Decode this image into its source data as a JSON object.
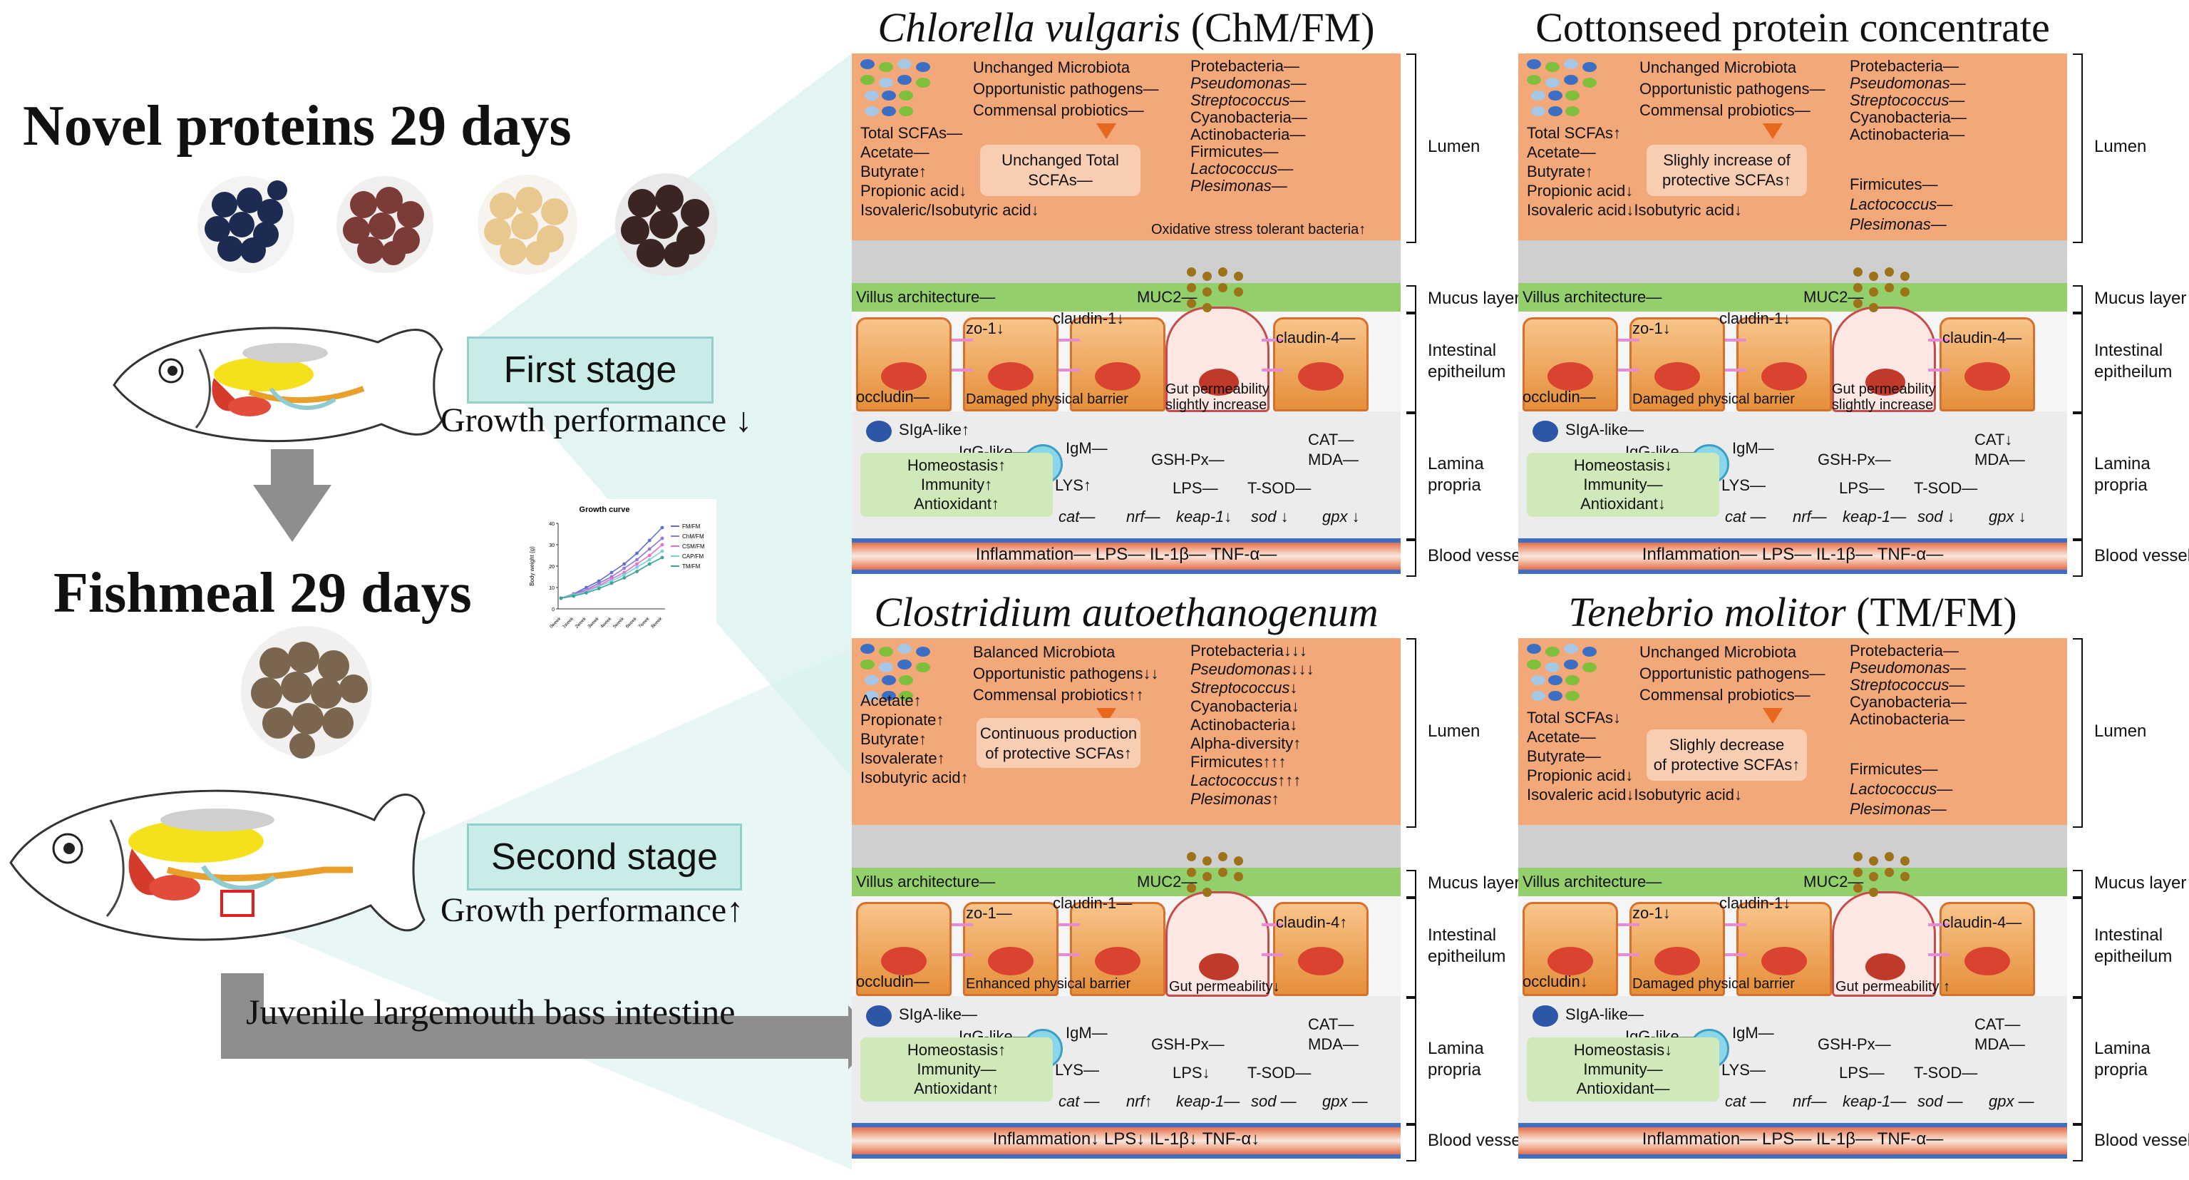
{
  "left": {
    "title_novel": "Novel proteins 29 days",
    "title_fishmeal": "Fishmeal 29 days",
    "first_stage": "First stage",
    "first_growth": "Growth performance ↓",
    "second_stage": "Second stage",
    "second_growth": "Growth performance↑",
    "intestine_label": "Juvenile largemouth bass intestine"
  },
  "inset_chart": {
    "title": "Growth curve",
    "ylabel": "Body weight (g)",
    "legend": [
      "FM/FM",
      "ChM/FM",
      "CSM/FM",
      "CAP/FM",
      "TM/FM"
    ],
    "xticks": [
      "0week",
      "1week",
      "2week",
      "3week",
      "4week",
      "5week",
      "6week",
      "7week",
      "8week"
    ]
  },
  "chart_data": {
    "type": "line",
    "title": "Growth curve",
    "xlabel": "",
    "ylabel": "Body weight (g)",
    "categories": [
      "0week",
      "1week",
      "2week",
      "3week",
      "4week",
      "5week",
      "6week",
      "7week",
      "8week"
    ],
    "ylim": [
      0,
      40
    ],
    "series": [
      {
        "name": "FM/FM",
        "values": [
          5,
          7,
          10,
          13,
          17,
          21,
          26,
          32,
          38
        ]
      },
      {
        "name": "ChM/FM",
        "values": [
          5,
          7,
          9,
          12,
          15,
          19,
          23,
          28,
          33
        ]
      },
      {
        "name": "CSM/FM",
        "values": [
          5,
          6.5,
          8.5,
          11,
          14,
          17,
          21,
          25,
          30
        ]
      },
      {
        "name": "CAP/FM",
        "values": [
          5,
          6.5,
          8,
          10.5,
          13,
          16,
          19.5,
          23,
          27
        ]
      },
      {
        "name": "TM/FM",
        "values": [
          5,
          6,
          7.5,
          9.5,
          12,
          14.5,
          17.5,
          21,
          24
        ]
      }
    ]
  },
  "colors": {
    "FM/FM": "#5b6fd6",
    "ChM/FM": "#8f78d8",
    "CSM/FM": "#e66fd0",
    "CAP/FM": "#7bd0d8",
    "TM/FM": "#3aa39a"
  },
  "labels": {
    "lumen": "Lumen",
    "mucus": "Mucus layer",
    "epithelium": "Intestinal\nepitheilum",
    "lamina": "Lamina\npropria",
    "blood": "Blood vessel"
  },
  "panels": {
    "chm": {
      "title_italic": "Chlorella vulgaris",
      "title_rest": " (ChM/FM)",
      "microbiota": [
        "Unchanged Microbiota",
        "Opportunistic pathogens—",
        "Commensal probiotics—"
      ],
      "taxa": [
        "Protebacteria—",
        "Pseudomonas—",
        "Streptococcus—",
        "Cyanobacteria—",
        "Actinobacteria—",
        "Firmicutes—",
        "Lactococcus—",
        "Plesimonas—"
      ],
      "taxa_italic": [
        false,
        true,
        true,
        false,
        false,
        false,
        true,
        true
      ],
      "taxa_extra": "Oxidative stress tolerant bacteria↑",
      "scfa": [
        "Total SCFAs—",
        "Acetate—",
        "Butyrate↑",
        "Propionic acid↓",
        "Isovaleric/Isobutyric acid↓"
      ],
      "scfa_box": "Unchanged Total\nSCFAs—",
      "villus": "Villus architecture—",
      "muc2": "MUC2—",
      "zo1": "zo-1↓",
      "claudin1": "claudin-1↓",
      "claudin4": "claudin-4—",
      "occludin": "occludin—",
      "barrier": "Damaged physical barrier",
      "permeability": "Gut permeability\nslightly increase",
      "sIgA": "SIgA-like↑",
      "IgG": "IgG-like—",
      "IgM": "IgM—",
      "LYS": "LYS↑",
      "GSH": "GSH-Px—",
      "CAT": "CAT—",
      "MDA": "MDA—",
      "LPS": "LPS—",
      "TSOD": "T-SOD—",
      "status": [
        "Homeostasis↑",
        "Immunity↑",
        "Antioxidant↑"
      ],
      "genes": [
        "cat—",
        "nrf—",
        "keap-1↓",
        "sod ↓",
        "gpx ↓"
      ],
      "blood": "Inflammation— LPS— IL-1β— TNF-α—"
    },
    "csm": {
      "title_italic": "",
      "title_rest": "Cottonseed protein concentrate (CSM/FM)",
      "microbiota": [
        "Unchanged Microbiota",
        "Opportunistic pathogens—",
        "Commensal probiotics—"
      ],
      "taxa": [
        "Protebacteria—",
        "Pseudomonas—",
        "Streptococcus—",
        "Cyanobacteria—",
        "Actinobacteria—",
        "Firmicutes—",
        "Lactococcus—",
        "Plesimonas—"
      ],
      "taxa_italic": [
        false,
        true,
        true,
        false,
        false,
        false,
        true,
        true
      ],
      "taxa_extra": "",
      "scfa": [
        "Total SCFAs↑",
        "Acetate—",
        "Butyrate↑",
        "Propionic acid↓",
        "Isovaleric acid↓Isobutyric acid↓"
      ],
      "scfa_box": "Slighly increase of\nprotective SCFAs↑",
      "villus": "Villus architecture—",
      "muc2": "MUC2—",
      "zo1": "zo-1↓",
      "claudin1": "claudin-1↓",
      "claudin4": "claudin-4—",
      "occludin": "occludin—",
      "barrier": "Damaged physical barrier",
      "permeability": "Gut permeability\nslightly increase",
      "sIgA": "SIgA-like—",
      "IgG": "IgG-like—",
      "IgM": "IgM—",
      "LYS": "LYS—",
      "GSH": "GSH-Px—",
      "CAT": "CAT↓",
      "MDA": "MDA—",
      "LPS": "LPS—",
      "TSOD": "T-SOD—",
      "status": [
        "Homeostasis↓",
        "Immunity—",
        "Antioxidant↓"
      ],
      "genes": [
        "cat —",
        "nrf—",
        "keap-1—",
        "sod ↓",
        "gpx ↓"
      ],
      "blood": "Inflammation— LPS— IL-1β— TNF-α—"
    },
    "cap": {
      "title_italic": "Clostridium autoethanogenum",
      "title_rest": " (CAP/FM)",
      "microbiota": [
        "Balanced Microbiota",
        "Opportunistic pathogens↓↓",
        "Commensal probiotics↑↑"
      ],
      "taxa": [
        "Protebacteria↓↓↓",
        "Pseudomonas↓↓↓",
        "Streptococcus↓",
        "Cyanobacteria↓",
        "Actinobacteria↓",
        "Alpha-diversity↑",
        "Firmicutes↑↑↑",
        "Lactococcus↑↑↑",
        "Plesimonas↑"
      ],
      "taxa_italic": [
        false,
        true,
        true,
        false,
        false,
        false,
        false,
        true,
        true
      ],
      "taxa_extra": "",
      "scfa": [
        "Acetate↑",
        "Propionate↑",
        "Butyrate↑",
        "Isovalerate↑",
        "Isobutyric acid↑"
      ],
      "scfa_box": "Continuous production\nof protective SCFAs↑",
      "villus": "Villus architecture—",
      "muc2": "MUC2—",
      "zo1": "zo-1—",
      "claudin1": "claudin-1—",
      "claudin4": "claudin-4↑",
      "occludin": "occludin—",
      "barrier": "Enhanced   physical barrier",
      "permeability": "Gut permeability↓",
      "sIgA": "SIgA-like—",
      "IgG": "IgG-like—",
      "IgM": "IgM—",
      "LYS": "LYS—",
      "GSH": "GSH-Px—",
      "CAT": "CAT—",
      "MDA": "MDA—",
      "LPS": "LPS↓",
      "TSOD": "T-SOD—",
      "status": [
        "Homeostasis↑",
        "Immunity—",
        "Antioxidant↑"
      ],
      "genes": [
        "cat —",
        "nrf↑",
        "keap-1—",
        "sod —",
        "gpx —"
      ],
      "blood": "Inflammation↓ LPS↓ IL-1β↓ TNF-α↓"
    },
    "tm": {
      "title_italic": "Tenebrio molitor",
      "title_rest": " (TM/FM)",
      "microbiota": [
        "Unchanged Microbiota",
        "Opportunistic pathogens—",
        "Commensal probiotics—"
      ],
      "taxa": [
        "Protebacteria—",
        "Pseudomonas—",
        "Streptococcus—",
        "Cyanobacteria—",
        "Actinobacteria—",
        "Firmicutes—",
        "Lactococcus—",
        "Plesimonas—"
      ],
      "taxa_italic": [
        false,
        true,
        true,
        false,
        false,
        false,
        true,
        true
      ],
      "taxa_extra": "",
      "scfa": [
        "Total SCFAs↓",
        "Acetate—",
        "Butyrate—",
        "Propionic acid↓",
        "Isovaleric acid↓Isobutyric acid↓"
      ],
      "scfa_box": "Slighly decrease\nof protective SCFAs↑",
      "villus": "Villus architecture—",
      "muc2": "MUC2—",
      "zo1": "zo-1↓",
      "claudin1": "claudin-1↓",
      "claudin4": "claudin-4—",
      "occludin": "occludin↓",
      "barrier": "Damaged physical barrier",
      "permeability": "Gut permeability ↑",
      "sIgA": "SIgA-like—",
      "IgG": "IgG-like—",
      "IgM": "IgM—",
      "LYS": "LYS—",
      "GSH": "GSH-Px—",
      "CAT": "CAT—",
      "MDA": "MDA—",
      "LPS": "LPS—",
      "TSOD": "T-SOD—",
      "status": [
        "Homeostasis↓",
        "Immunity—",
        "Antioxidant—"
      ],
      "genes": [
        "cat —",
        "nrf—",
        "keap-1—",
        "sod —",
        "gpx —"
      ],
      "blood": "Inflammation— LPS— IL-1β— TNF-α—"
    }
  }
}
